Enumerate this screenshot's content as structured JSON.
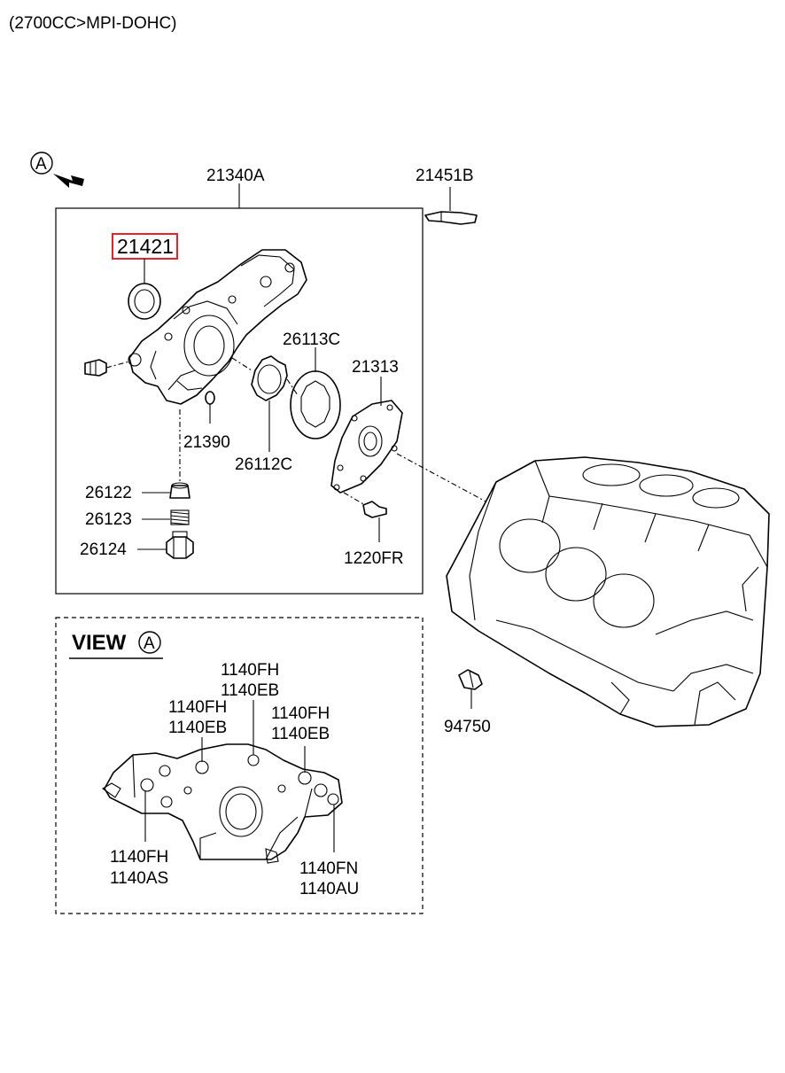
{
  "header": {
    "engine_spec": "(2700CC>MPI-DOHC)"
  },
  "view_marker": {
    "letter": "A"
  },
  "labels": {
    "assembly": "21340A",
    "sealant": "21451B",
    "oil_seal": "21421",
    "outer_rotor": "26113C",
    "pump_cover": "21313",
    "o_ring": "21390",
    "inner_rotor": "26112C",
    "relief_plunger": "26122",
    "relief_spring": "26123",
    "relief_plug": "26124",
    "cover_screw": "1220FR",
    "sensor": "94750"
  },
  "view_panel": {
    "title": "VIEW",
    "letter": "A",
    "bolts": {
      "top_center": [
        "1140FH",
        "1140EB"
      ],
      "top_left": [
        "1140FH",
        "1140EB"
      ],
      "top_right": [
        "1140FH",
        "1140EB"
      ],
      "bottom_left": [
        "1140FH",
        "1140AS"
      ],
      "bottom_right": [
        "1140FN",
        "1140AU"
      ]
    }
  },
  "colors": {
    "highlight": "#e8212b",
    "line": "#000000"
  }
}
